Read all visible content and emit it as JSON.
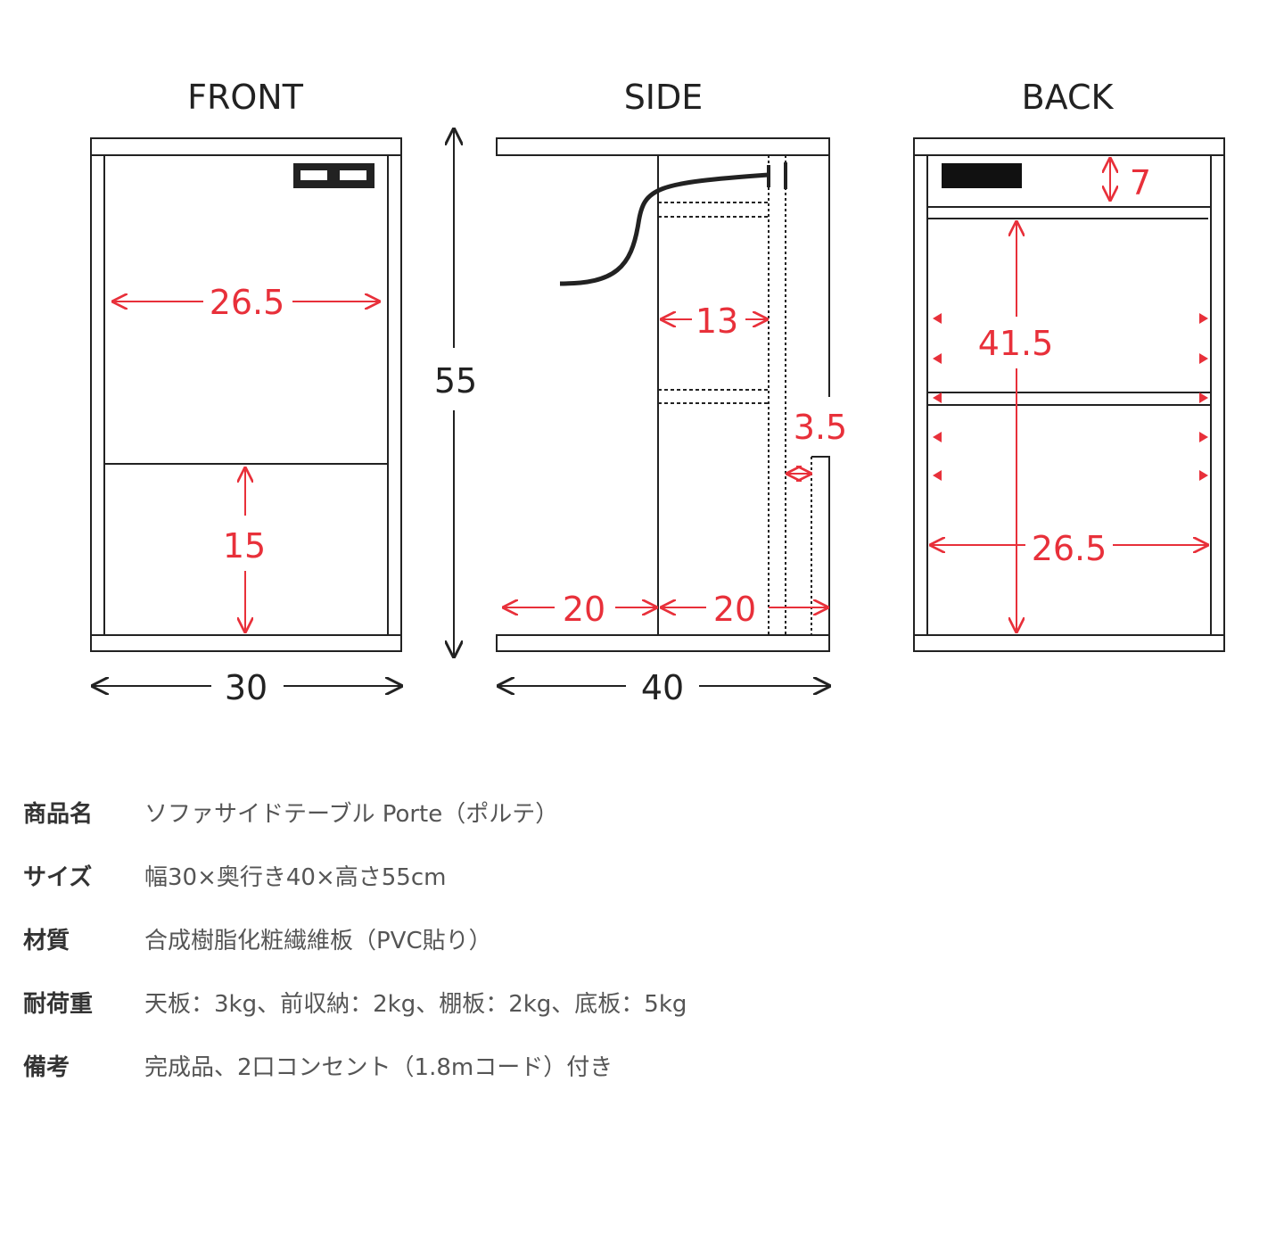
{
  "views": {
    "front": {
      "title": "FRONT",
      "inner_width": "26.5",
      "lower_height": "15",
      "width": "30"
    },
    "side": {
      "title": "SIDE",
      "height": "55",
      "shelf_depth": "13",
      "gap": "3.5",
      "front_depth": "20",
      "back_depth": "20",
      "depth": "40"
    },
    "back": {
      "title": "BACK",
      "top_height": "7",
      "inner_height": "41.5",
      "inner_width": "26.5"
    }
  },
  "colors": {
    "line": "#222222",
    "dimension": "#e8303a"
  },
  "specs": [
    {
      "label": "商品名",
      "value": "ソファサイドテーブル Porte（ポルテ）"
    },
    {
      "label": "サイズ",
      "value": "幅30×奥行き40×高さ55cm"
    },
    {
      "label": "材質",
      "value": "合成樹脂化粧繊維板（PVC貼り）"
    },
    {
      "label": "耐荷重",
      "value": "天板：3kg、前収納：2kg、棚板：2kg、底板：5kg"
    },
    {
      "label": "備考",
      "value": "完成品、2口コンセント（1.8mコード）付き"
    }
  ]
}
